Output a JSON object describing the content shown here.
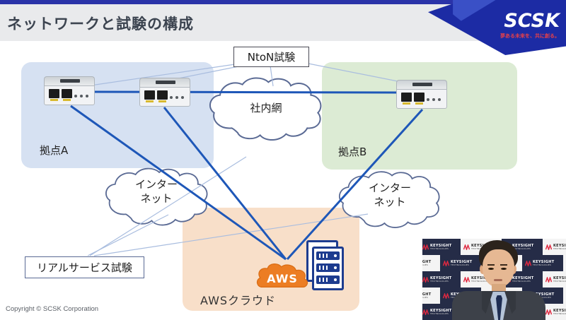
{
  "slide": {
    "title": "ネットワークと試験の構成",
    "copyright": "Copyright © SCSK Corporation"
  },
  "logo": {
    "brand": "SCSK",
    "tagline": "夢ある未来を、共に創る。",
    "brand_blue": "#1c2ba4",
    "tagline_red": "#e64049"
  },
  "diagram": {
    "nton_label": "NtoN試験",
    "real_service_label": "リアルサービス試験",
    "internal_network": "社内網",
    "internet_line1": "インター",
    "internet_line2": "ネット",
    "site_a": "拠点A",
    "site_b": "拠点B",
    "aws_badge": "AWS",
    "aws_region_label": "AWSクラウド",
    "colors": {
      "site_a_bg": "#d6e1f2",
      "site_b_bg": "#dcebd4",
      "aws_region_bg": "#f8dfc9",
      "thick_link": "#1e57b8",
      "thin_link": "#a9bddf",
      "cloud_outline": "#5a6a94",
      "aws_orange": "#ec7d23",
      "server_navy": "#1d3c8f"
    }
  },
  "video": {
    "backdrop_brand": "KEYSIGHT",
    "backdrop_sub": "TECHNOLOGIES",
    "backdrop_navy": "#252c47",
    "backdrop_red": "#e02840"
  }
}
